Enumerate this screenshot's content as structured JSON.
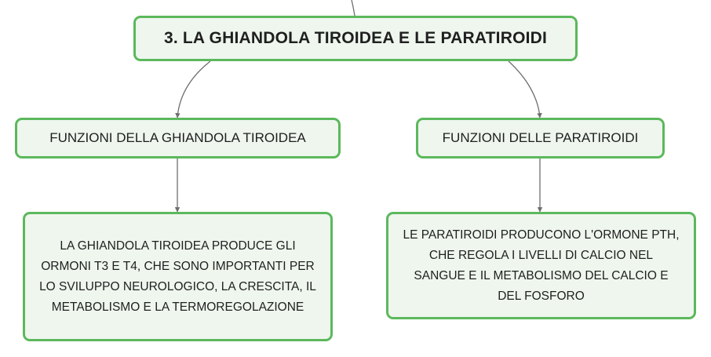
{
  "diagram": {
    "root": {
      "title": "3. LA GHIANDOLA TIROIDEA E LE PARATIROIDI"
    },
    "branches": [
      {
        "label": "FUNZIONI DELLA GHIANDOLA TIROIDEA",
        "detail": "LA GHIANDOLA TIROIDEA PRODUCE GLI ORMONI T3 E T4, CHE SONO IMPORTANTI PER LO SVILUPPO NEUROLOGICO, LA CRESCITA, IL METABOLISMO E LA TERMOREGOLAZIONE"
      },
      {
        "label": "FUNZIONI DELLE PARATIROIDI",
        "detail": "LE PARATIROIDI PRODUCONO L'ORMONE PTH, CHE REGOLA I LIVELLI DI CALCIO NEL SANGUE E IL METABOLISMO DEL CALCIO E DEL FOSFORO"
      }
    ],
    "colors": {
      "node_border": "#5cb85c",
      "node_fill": "#eef6ee",
      "connector": "#6e6e6e"
    }
  }
}
